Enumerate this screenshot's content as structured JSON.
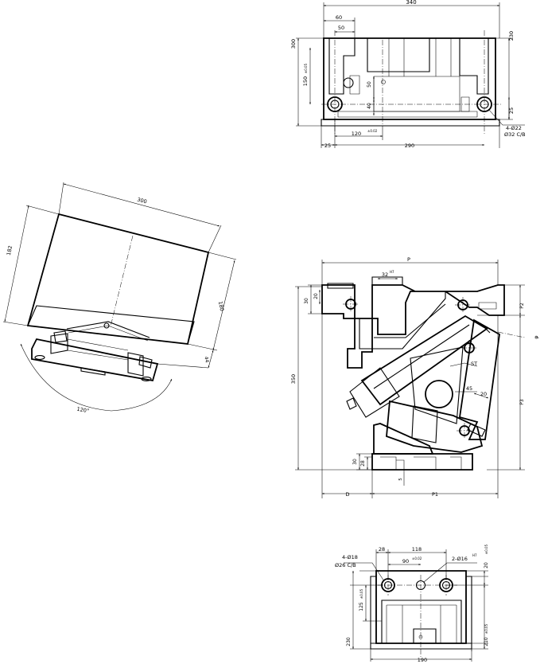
{
  "top_view": {
    "dims": {
      "overall_width": "340",
      "offset_60": "60",
      "offset_50": "50",
      "height_left": "300",
      "height_right": "230",
      "hole_height": "150",
      "hole_height_tol": "±0.05",
      "inner_50": "50",
      "inner_40": "40",
      "bottom_25": "25",
      "right_25": "25",
      "bolt_spacing": "120",
      "bolt_spacing_tol": "±0.02",
      "bottom_290": "290",
      "holes_spec_1": "4-Ø22",
      "holes_spec_2": "Ø32 C/B"
    }
  },
  "iso_view": {
    "dims": {
      "top_width": "300",
      "left_height": "182",
      "right_height": "180",
      "base_offset": "44",
      "swing_angle": "120°"
    }
  },
  "side_view": {
    "dims": {
      "top_P": "P",
      "slot_32": "32",
      "slot_32_tol": "H7",
      "left_30": "30",
      "left_20": "20",
      "total_350": "350",
      "right_P2": "P2",
      "right_P3": "P3",
      "angle_phi": "φ",
      "stroke_ST": "ST",
      "angle_45": "45",
      "dim_20": "20",
      "bottom_30": "30",
      "bottom_28": "28",
      "dim_5": "5",
      "bottom_D": "D",
      "bottom_P1": "P1"
    }
  },
  "bottom_view": {
    "dims": {
      "width_28": "28",
      "width_118": "118",
      "pitch_90": "90",
      "pitch_90_tol": "±0.02",
      "holes_spec_1": "4-Ø18",
      "holes_spec_2": "Ø26 C/B",
      "pin_spec": "2-Ø16",
      "pin_tol": "H7",
      "right_20": "20",
      "right_20_tol": "±0.05",
      "height_125": "125",
      "height_125_tol": "±0.05",
      "left_230": "230",
      "right_210": "210",
      "right_210_tol": "±0.05",
      "overall_190": "190"
    }
  }
}
